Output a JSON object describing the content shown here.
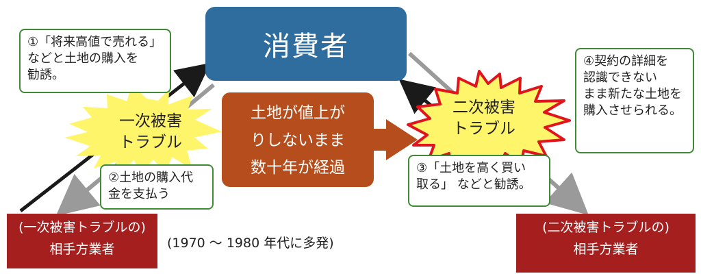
{
  "consumer": {
    "label": "消費者"
  },
  "notes": {
    "n1": "①「将来高値で売れる」\nなどと土地の購入を\n勧誘。",
    "n2": "②土地の購入代\n金を支払う",
    "n3": "③「土地を高く買い\n取る」 などと勧誘。",
    "n4": "④契約の詳細を\n認識できない\nまま新たな土地を\n購入させられる。"
  },
  "bursts": {
    "first": "一次被害\nトラブル",
    "second": "二次被害\nトラブル"
  },
  "center": "土地が値上が\nりしないまま\n数十年が経過",
  "companies": {
    "first": "(一次被害トラブルの)\n相手方業者",
    "second": "(二次被害トラブルの)\n相手方業者"
  },
  "era": "(1970 〜 1980 年代に多発)",
  "colors": {
    "consumer": "#2f6d9e",
    "center": "#b54d1c",
    "company": "#a51f1f",
    "note_border": "#3f8a34",
    "burst_fill": "#fff56a",
    "burst_stroke": "#e0141c"
  }
}
